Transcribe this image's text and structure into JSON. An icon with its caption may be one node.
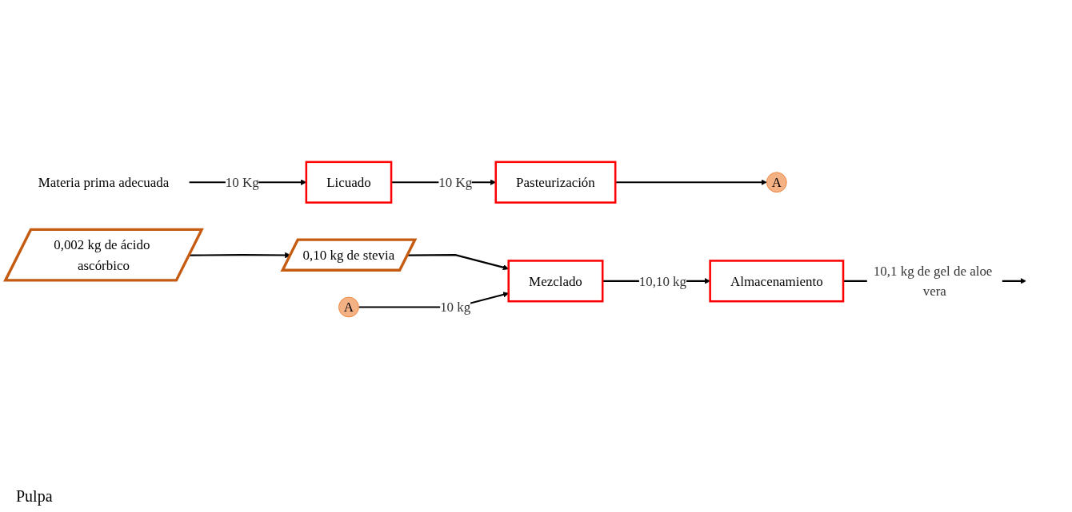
{
  "diagram": {
    "nodes": [
      {
        "text": [
          "Materia prima adecuada"
        ]
      },
      {
        "text": [
          "Licuado"
        ]
      },
      {
        "text": [
          "Pasteurización"
        ]
      },
      {
        "text": [
          "A"
        ]
      },
      {
        "text": [
          "0,002 kg de ácido ascórbico"
        ]
      },
      {
        "text": [
          "0,10 kg de stevia"
        ]
      },
      {
        "text": [
          "A"
        ]
      },
      {
        "text": [
          "Mezclado"
        ]
      },
      {
        "text": [
          "Almacenamiento"
        ]
      }
    ],
    "edges": [
      {
        "from": 0,
        "to": 1,
        "arrow": "to",
        "label": "10 Kg"
      },
      {
        "from": 1,
        "to": 2,
        "arrow": "to",
        "label": "10 Kg"
      },
      {
        "from": 2,
        "to": 3,
        "arrow": "to"
      },
      {
        "from": 4,
        "to": 5,
        "arrow": "to"
      },
      {
        "from": 5,
        "to": 7,
        "arrow": "to"
      },
      {
        "from": 6,
        "to": 7,
        "arrow": "to",
        "label": "10 kg"
      },
      {
        "from": 7,
        "to": 8,
        "arrow": "to",
        "label": "10,10 kg"
      },
      {
        "from": 8,
        "to": null,
        "arrow": "to",
        "label": "10,1 kg de gel de aloe vera"
      }
    ],
    "labels": [
      "Pulpa"
    ]
  }
}
